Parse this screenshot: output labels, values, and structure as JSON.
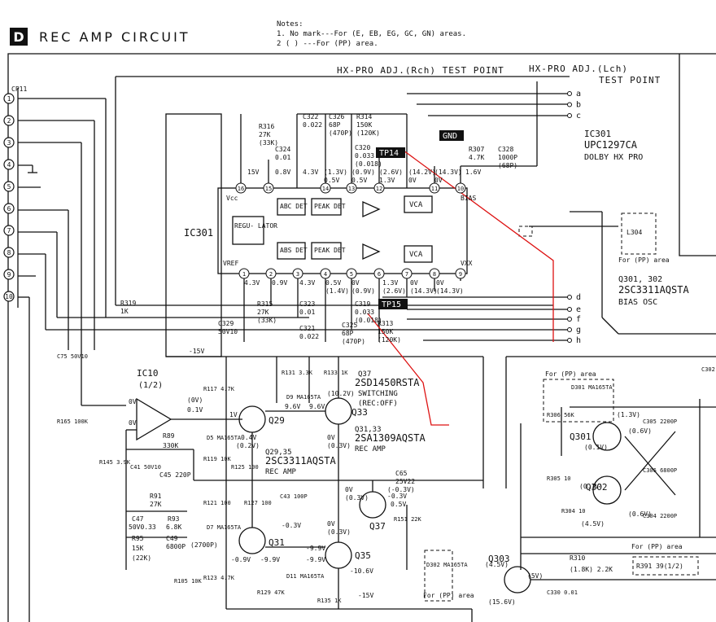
{
  "header": {
    "tag": "D",
    "title": "REC AMP CIRCUIT"
  },
  "notes": {
    "heading": "Notes:",
    "line1": "1. No mark---For (E, EB, EG, GC, GN) areas.",
    "line2": "2 (  ) ---For (PP) area."
  },
  "test_points": {
    "rch": "HX-PRO ADJ.(Rch) TEST POINT",
    "lch_1": "HX-PRO ADJ.(Lch)",
    "lch_2": "TEST POINT",
    "gnd": "GND",
    "tp14": "TP14",
    "tp15": "TP15"
  },
  "connector": {
    "name": "CP11",
    "pins": [
      "1",
      "2",
      "3",
      "4",
      "5",
      "6",
      "7",
      "8",
      "9",
      "10"
    ]
  },
  "ic301": {
    "label": "IC301",
    "part_ref": "IC301",
    "part": "UPC1297CA",
    "desc": "DOLBY HX PRO",
    "vcc": "Vcc",
    "vref": "VREF",
    "vxx_top": "BIAS",
    "vxx_bottom": "VXX",
    "regulator": "REGU- LATOR",
    "blocks_top": [
      "ABC DET",
      "PEAK DET",
      "VCA"
    ],
    "blocks_bottom": [
      "ABS DET",
      "PEAK DET",
      "VCA"
    ],
    "pins_top": [
      "16",
      "15",
      "14",
      "13",
      "12",
      "11",
      "10"
    ],
    "pins_bottom": [
      "1",
      "2",
      "3",
      "4",
      "5",
      "6",
      "7",
      "8",
      "9"
    ],
    "volts_top": [
      "15V",
      "0.8V",
      "4.3V",
      "(1.3V) 0.5V",
      "(0.9V) 0.5V",
      "(2.6V) 1.3V",
      "(14.2V) 0V",
      "(14.3V) 0V",
      "1.6V"
    ],
    "volts_bottom": [
      "4.3V",
      "0.9V",
      "4.3V",
      "0.5V (1.4V)",
      "0V (0.9V)",
      "1.3V (2.6V)",
      "0V (14.3V)",
      "0V (14.3V)"
    ]
  },
  "test_letters_top": [
    "a",
    "b",
    "c"
  ],
  "test_letters_bottom": [
    "d",
    "e",
    "f",
    "g",
    "h"
  ],
  "components_top": [
    {
      "ref": "R316",
      "val": "27K",
      "alt": "(33K)"
    },
    {
      "ref": "C322",
      "val": "0.022"
    },
    {
      "ref": "C324",
      "val": "0.01"
    },
    {
      "ref": "C326",
      "val": "68P",
      "alt": "(470P)"
    },
    {
      "ref": "R314",
      "val": "150K",
      "alt": "(120K)"
    },
    {
      "ref": "C320",
      "val": "0.033",
      "alt": "(0.018)"
    },
    {
      "ref": "R307",
      "val": "4.7K"
    },
    {
      "ref": "C328",
      "val": "1000P",
      "alt": "(68P)"
    }
  ],
  "components_bottom": [
    {
      "ref": "R319",
      "val": "1K"
    },
    {
      "ref": "R315",
      "val": "27K",
      "alt": "(33K)"
    },
    {
      "ref": "C323",
      "val": "0.01"
    },
    {
      "ref": "C321",
      "val": "0.022"
    },
    {
      "ref": "C329",
      "val": "50V10"
    },
    {
      "ref": "C319",
      "val": "0.033",
      "alt": "(0.018)"
    },
    {
      "ref": "C325",
      "val": "68P",
      "alt": "(470P)"
    },
    {
      "ref": "R313",
      "val": "150K",
      "alt": "(120K)"
    }
  ],
  "right_side": {
    "l304": "L304",
    "pp_area": "For (PP) area",
    "q_osc_refs": "Q301, 302",
    "q_osc_part": "2SC3311AQSTA",
    "q_osc_desc": "BIAS OSC",
    "pp_area2": "For (PP) area",
    "d301": "D301 MA165TA",
    "r306": "R306 56K",
    "q301": "Q301",
    "q302": "Q302",
    "q303": "Q303",
    "c305": "C305 2200P",
    "c306": "C306 6800P",
    "c304": "C304 2200P",
    "r305": "R305 10",
    "r304": "R304 10",
    "r310": "R310",
    "r310_vals": "(1.8K) 2.2K",
    "r391": "R391  39(1/2)",
    "c302": "C302",
    "c330": "C330 0.01",
    "pp_area3": "For (PP) area",
    "volts": [
      "(1.3V)",
      "(0.6V)",
      "(0.1V)",
      "(0.1V)",
      "(0.6V)",
      "(4.5V)",
      "(4.5V)",
      "(5V)",
      "(15.6V)"
    ]
  },
  "amp": {
    "ic10": "IC10",
    "ic10_sub": "(1/2)",
    "minus15": "-15V",
    "r165": "R165 100K",
    "c75": "C75 50V10",
    "r145": "R145 3.9K",
    "c41": "C41 50V10",
    "c45": "C45 220P",
    "r89": "R89",
    "r89_val": "330K",
    "r91": "R91",
    "r91_val": "27K",
    "c47": "C47",
    "c47_val": "50V0.33",
    "r93": "R93",
    "r93_val": "6.8K",
    "r95": "R95",
    "r95_val": "15K",
    "r95_alt": "(22K)",
    "c49": "C49",
    "c49_val": "6800P",
    "c49_alt": "(2700P)",
    "r105": "R105 10K",
    "r117": "R117 4.7K",
    "r119": "R119 10K",
    "r125": "R125 100",
    "r121": "R121 100",
    "r123": "R123 4.7K",
    "r127": "R127 100",
    "r129": "R129 47K",
    "r131": "R131 3.3K",
    "r133": "R133 1K",
    "r135": "R135 1K",
    "r151": "R151 22K",
    "c43": "C43 100P",
    "c65": "C65",
    "c65_val": "25V22",
    "d9": "D9 MA165TA",
    "d5": "D5 MA165TA",
    "d7": "D7 MA165TA",
    "d11": "D11 MA165TA",
    "d302": "D302 MA165TA",
    "for_pp": "For (PP) area",
    "q29": "Q29",
    "q31": "Q31",
    "q33": "Q33",
    "q35": "Q35",
    "q37": "Q37",
    "q37_part": "2SD1450RSTA",
    "q37_desc1": "SWITCHING",
    "q37_desc2": "(REC:OFF)",
    "q3133": "Q31,33",
    "q3133_part": "2SA1309AQSTA",
    "q3133_desc": "REC AMP",
    "q2935": "Q29,35",
    "q2935_part": "2SC3311AQSTA",
    "q2935_desc": "REC AMP",
    "volts": [
      "0V",
      "0V",
      "(0V)",
      "0.1V",
      "1V",
      "0.4V",
      "(0.2V)",
      "9.6V",
      "9.6V",
      "(10.2V)",
      "0V",
      "(0.3V)",
      "-0.3V",
      "-9.9V",
      "-9.9V",
      "(0.3V)",
      "0V",
      "-9.9V",
      "-10.6V",
      "-15V",
      "-0.9V",
      "0V",
      "(0.3V)",
      "-0.3V",
      "0.5V",
      "(-0.3V)"
    ]
  }
}
